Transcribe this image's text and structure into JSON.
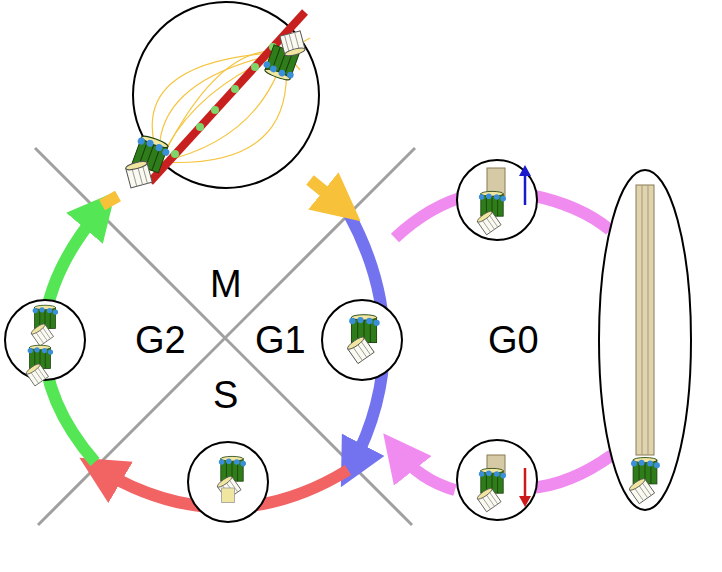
{
  "diagram": {
    "labels": [
      "M",
      "G1",
      "G0",
      "G2",
      "S"
    ]
  }
}
